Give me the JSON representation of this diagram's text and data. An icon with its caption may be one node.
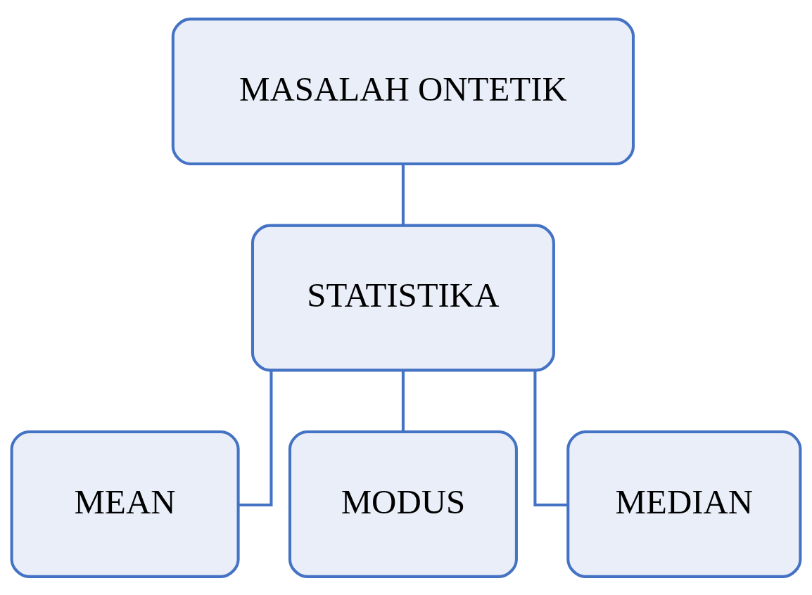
{
  "diagram": {
    "nodes": [
      {
        "text": [
          "MASALAH ONTETIK"
        ]
      },
      {
        "text": [
          "STATISTIKA"
        ]
      },
      {
        "text": [
          "MEAN"
        ]
      },
      {
        "text": [
          "MODUS"
        ]
      },
      {
        "text": [
          "MEDIAN"
        ]
      }
    ],
    "edges": [
      {
        "from": 0,
        "to": 1,
        "arrow": "none"
      },
      {
        "from": 1,
        "to": 2,
        "arrow": "none"
      },
      {
        "from": 1,
        "to": 3,
        "arrow": "none"
      },
      {
        "from": 1,
        "to": 4,
        "arrow": "none"
      }
    ]
  }
}
